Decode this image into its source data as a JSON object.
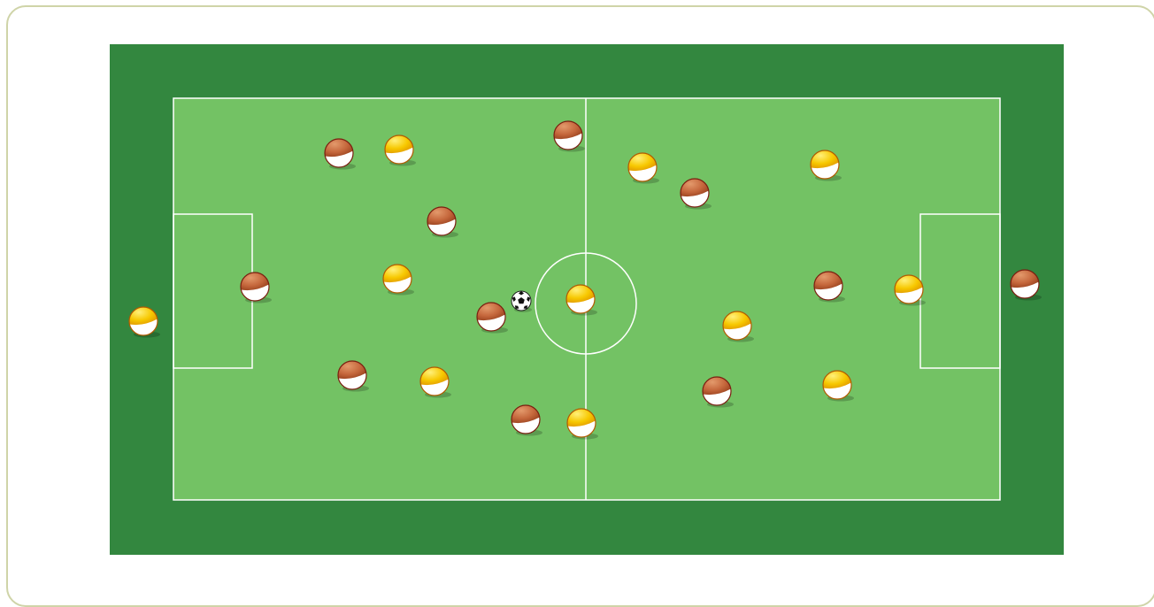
{
  "colors": {
    "frame_border": "#cfd4a8",
    "outer_grass": "#33873f",
    "pitch": "#73c264",
    "lines": "#ffffff",
    "team_brown": "#c5673c",
    "team_brown_outline": "#7a1e10",
    "team_yellow": "#f5c400",
    "team_yellow_outline": "#b25a00"
  },
  "ball": {
    "icon": "soccer-ball-icon"
  },
  "teams": [
    {
      "id": "brown",
      "color_key": "team_brown",
      "icon": "player-token-icon"
    },
    {
      "id": "yellow",
      "color_key": "team_yellow",
      "icon": "player-token-icon"
    }
  ],
  "player_count_per_team": 11
}
